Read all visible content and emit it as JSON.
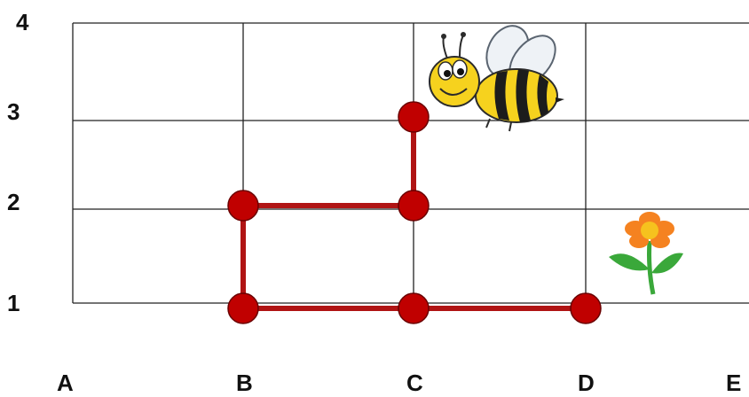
{
  "columns": [
    "A",
    "B",
    "C",
    "D",
    "E"
  ],
  "rows": [
    "1",
    "2",
    "3",
    "4"
  ],
  "path": {
    "color": "#b01414",
    "point_color": "#c00000",
    "points": [
      {
        "col": "D",
        "row": "1"
      },
      {
        "col": "C",
        "row": "1"
      },
      {
        "col": "B",
        "row": "1"
      },
      {
        "col": "B",
        "row": "2"
      },
      {
        "col": "C",
        "row": "2"
      },
      {
        "col": "C",
        "row": "3"
      }
    ]
  },
  "bee": {
    "icon": "bee-icon",
    "at": {
      "col": "C",
      "row": "3"
    }
  },
  "flower": {
    "icon": "flower-icon",
    "at": {
      "col": "D",
      "row": "1"
    }
  }
}
